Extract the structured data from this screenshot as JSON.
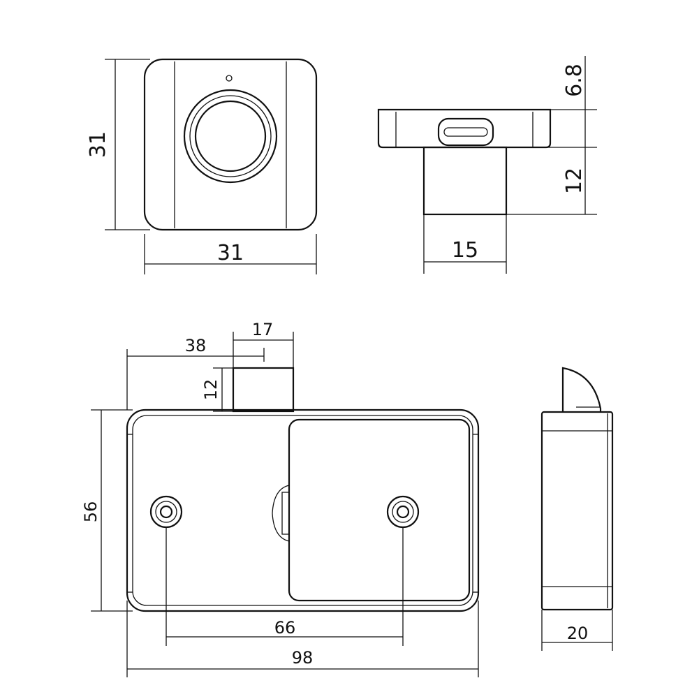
{
  "dimensions": {
    "front_height": "31",
    "front_width": "31",
    "top_thickness": "6.8",
    "stem_height": "12",
    "stem_width": "15",
    "offset_38": "38",
    "tongue_width": "17",
    "tongue_height": "12",
    "body_height": "56",
    "hole_spacing": "66",
    "body_width": "98",
    "body_depth": "20"
  }
}
